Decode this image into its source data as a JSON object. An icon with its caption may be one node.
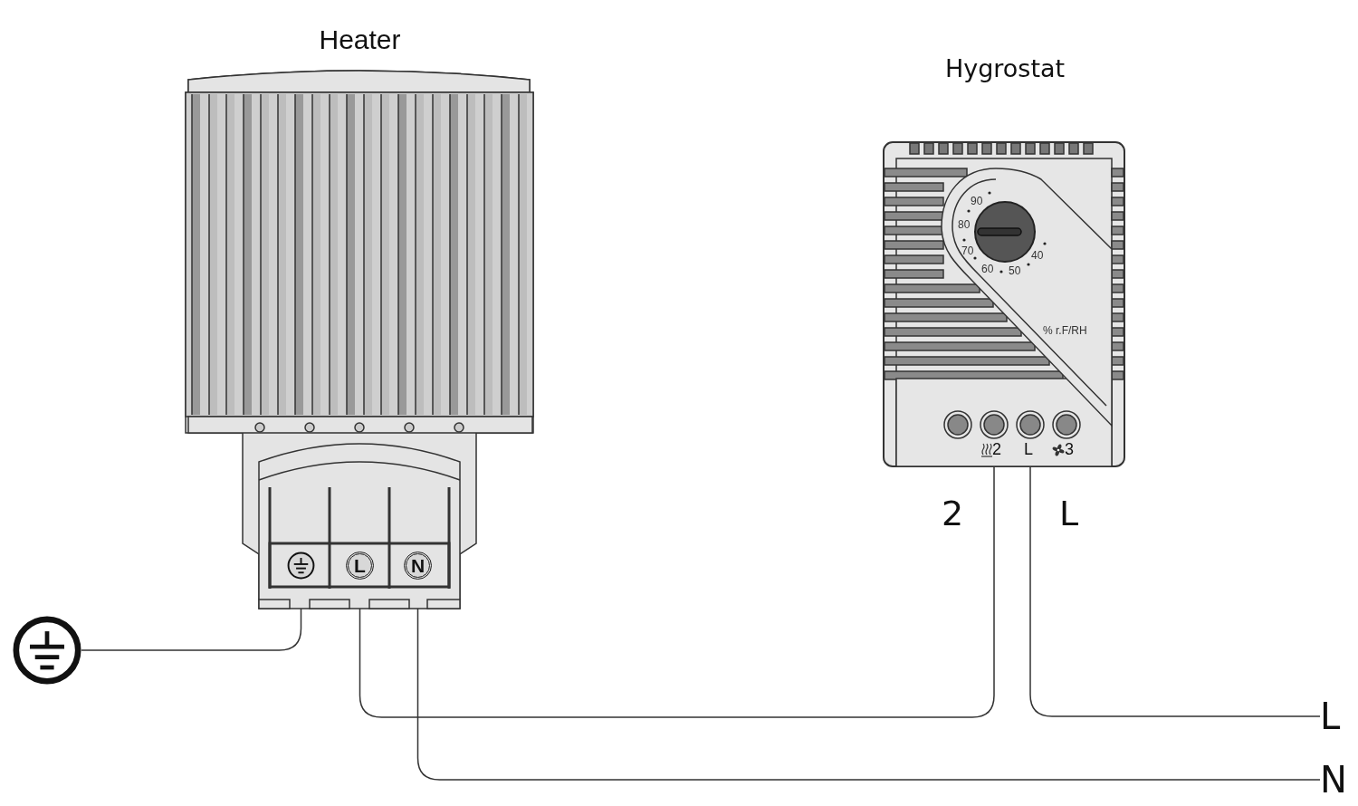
{
  "diagram": {
    "nodes": [
      {
        "text": [
          "Heater"
        ]
      },
      {
        "text": [],
        "shape": "circle",
        "in": 0
      },
      {
        "text": [
          "L"
        ],
        "in": 0
      },
      {
        "text": [
          "N"
        ],
        "in": 0
      },
      {
        "text": [
          "Hygrostat"
        ]
      },
      {
        "text": [],
        "shape": "circle",
        "in": 4
      },
      {
        "text": [
          "2"
        ],
        "in": 4
      },
      {
        "text": [
          "L"
        ],
        "in": 4
      },
      {
        "text": [
          "3"
        ],
        "in": 4
      },
      {
        "text": [],
        "shape": "circle"
      },
      {
        "text": [
          "L"
        ]
      },
      {
        "text": [
          "N"
        ]
      }
    ],
    "edges": [
      {
        "from": 1,
        "to": 9,
        "arrow": "none"
      },
      {
        "from": 2,
        "to": 6,
        "arrow": "none",
        "label": "2"
      },
      {
        "from": 7,
        "to": 10,
        "arrow": "none",
        "label": "L"
      },
      {
        "from": 3,
        "to": 11,
        "arrow": "none"
      }
    ],
    "labels": [
      "90",
      "80",
      "70",
      "60",
      "50",
      "40",
      "% r.F/RH"
    ]
  }
}
